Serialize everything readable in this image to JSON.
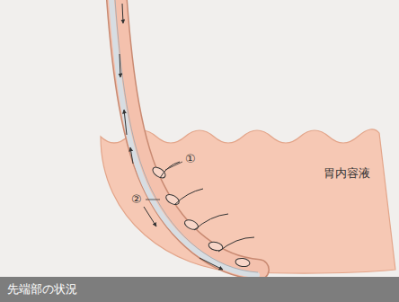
{
  "diagram": {
    "caption": "先端部の状況",
    "labels": [
      "胃内容液",
      "①",
      "②"
    ]
  }
}
